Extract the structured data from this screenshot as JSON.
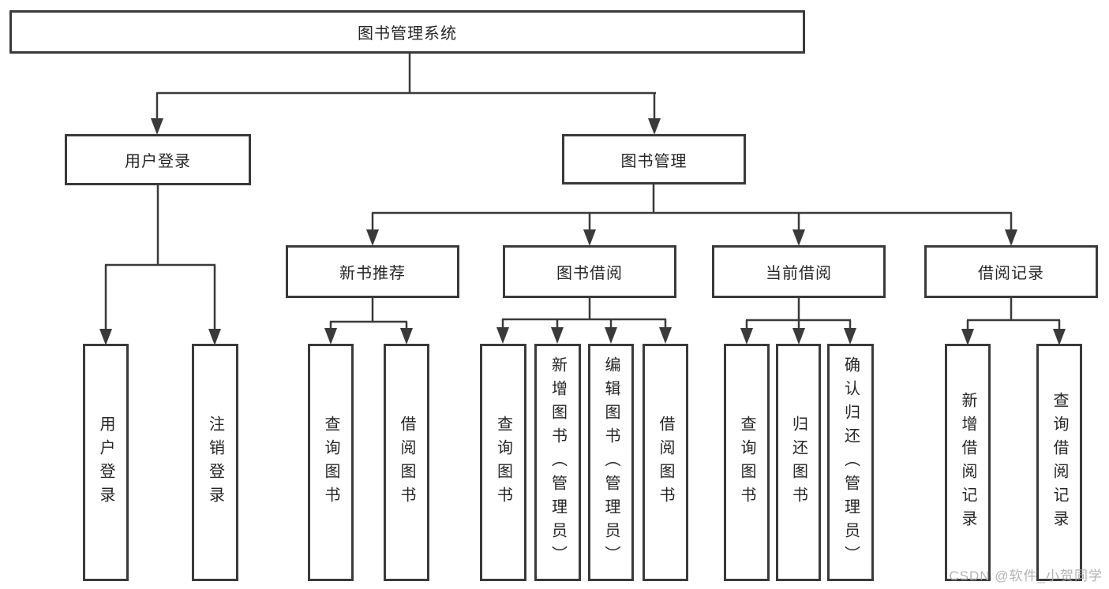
{
  "colors": {
    "line": "#3a3a3a",
    "text": "#262626",
    "watermark": "#acacac",
    "background": "#ffffff"
  },
  "watermark": {
    "text": "CSDN @软件_小贺同学"
  },
  "tree": {
    "root": {
      "label": "图书管理系统"
    },
    "branches": [
      {
        "label": "用户登录",
        "children": [
          {
            "label": "用户登录"
          },
          {
            "label": "注销登录"
          }
        ]
      },
      {
        "label": "图书管理",
        "children": [
          {
            "label": "新书推荐",
            "children": [
              {
                "label": "查询图书"
              },
              {
                "label": "借阅图书"
              }
            ]
          },
          {
            "label": "图书借阅",
            "children": [
              {
                "label": "查询图书"
              },
              {
                "label": "新增图书（管理员）"
              },
              {
                "label": "编辑图书（管理员）"
              },
              {
                "label": "借阅图书"
              }
            ]
          },
          {
            "label": "当前借阅",
            "children": [
              {
                "label": "查询图书"
              },
              {
                "label": "归还图书"
              },
              {
                "label": "确认归还（管理员）"
              }
            ]
          },
          {
            "label": "借阅记录",
            "children": [
              {
                "label": "新增借阅记录"
              },
              {
                "label": "查询借阅记录"
              }
            ]
          }
        ]
      }
    ]
  }
}
